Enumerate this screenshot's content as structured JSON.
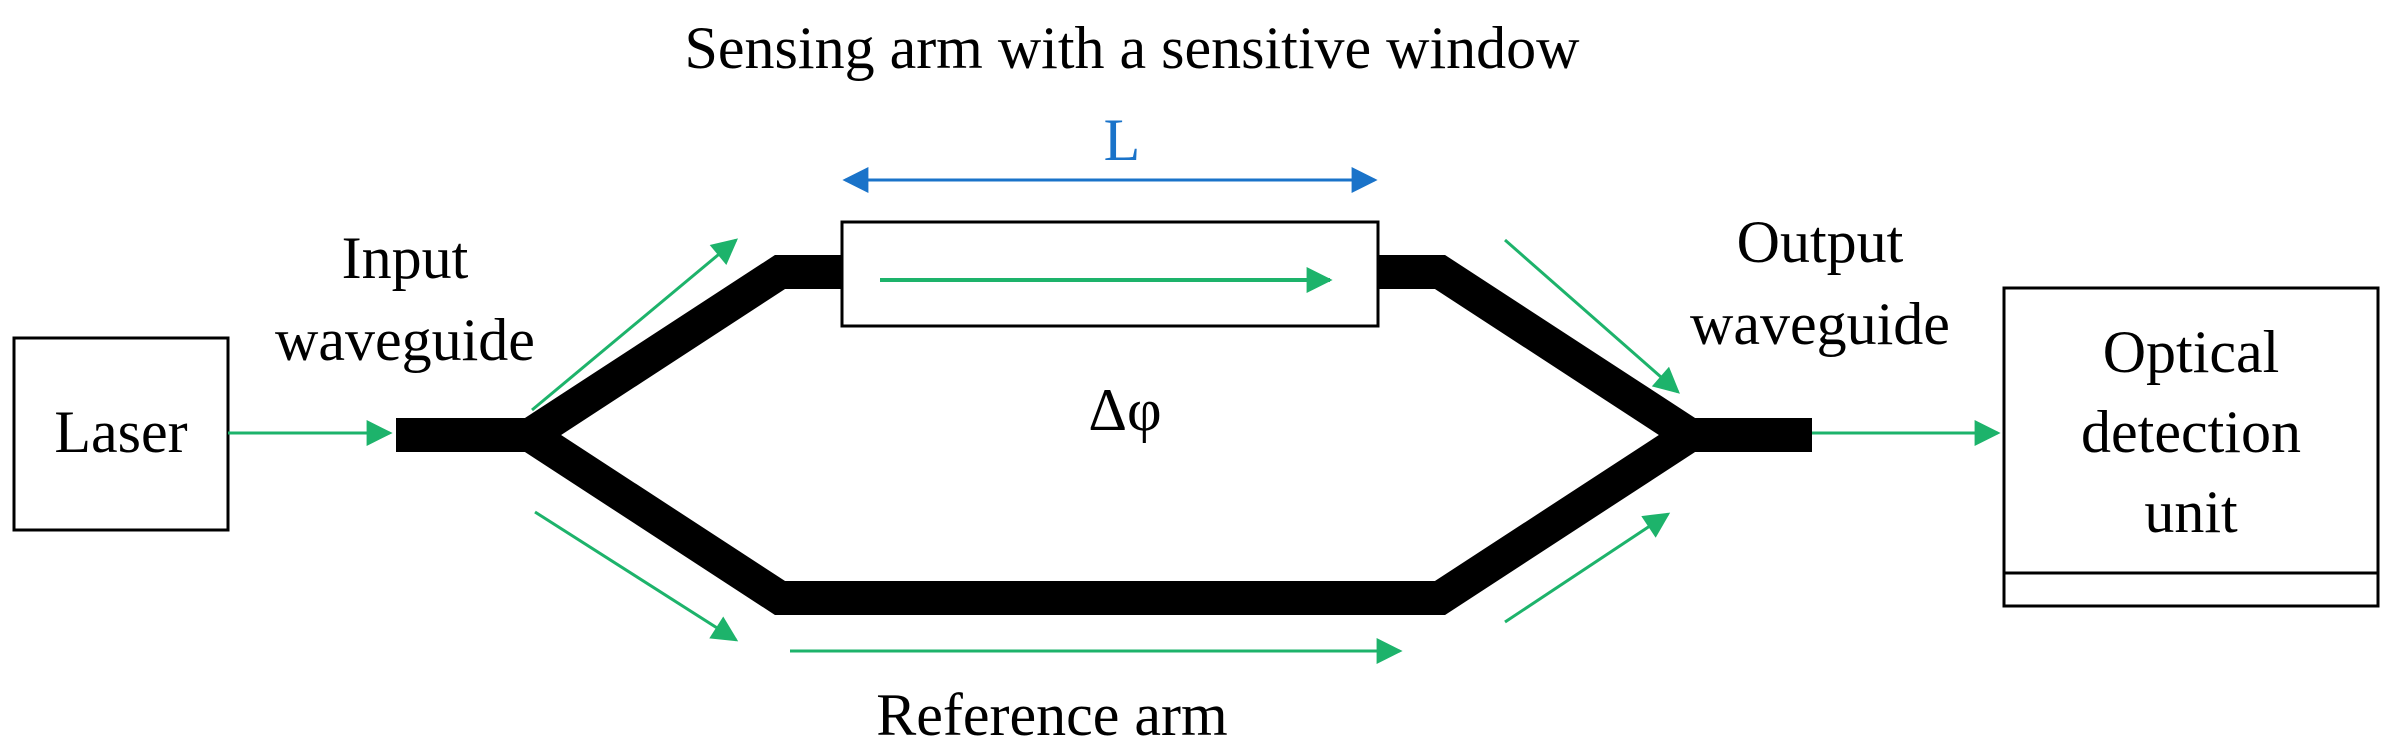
{
  "labels": {
    "sensing_arm": "Sensing arm with a sensitive window",
    "length": "L",
    "phase_shift": "Δφ",
    "input_line1": "Input",
    "input_line2": "waveguide",
    "output_line1": "Output",
    "output_line2": "waveguide",
    "laser": "Laser",
    "detector_line1": "Optical",
    "detector_line2": "detection",
    "detector_line3": "unit",
    "reference_arm": "Reference arm"
  },
  "colors": {
    "waveguide": "#000000",
    "light_arrow": "#1db36b",
    "dimension_arrow": "#1a73c9",
    "box_stroke": "#000000"
  }
}
